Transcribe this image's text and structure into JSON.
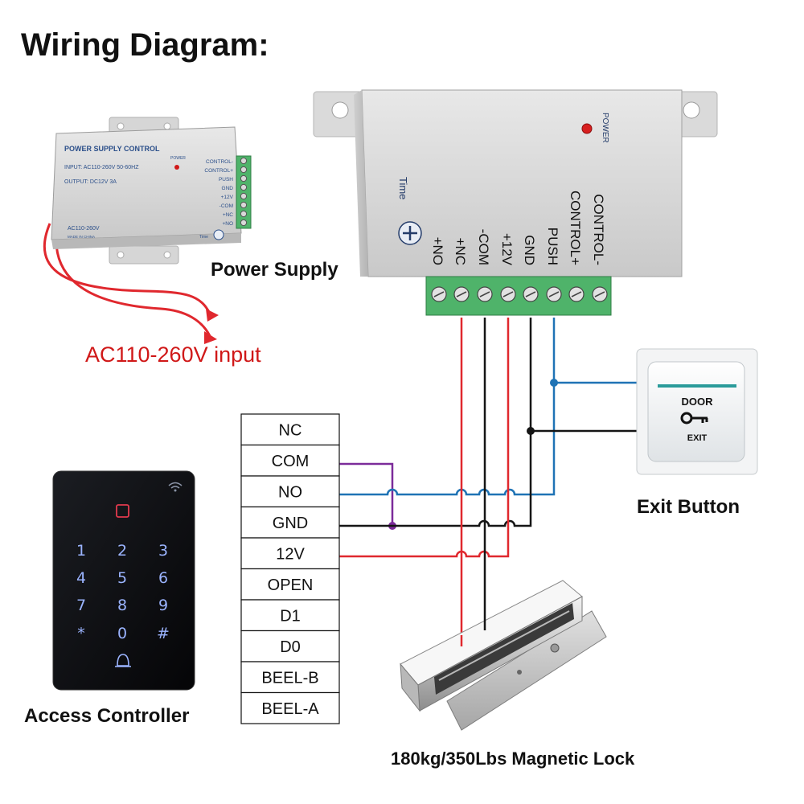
{
  "title": "Wiring Diagram:",
  "labels": {
    "power_supply": "Power Supply",
    "ac_input": "AC110-260V input",
    "exit_button": "Exit Button",
    "access_controller": "Access Controller",
    "magnetic_lock": "180kg/350Lbs Magnetic Lock"
  },
  "small_power_supply": {
    "heading": "POWER SUPPLY CONTROL",
    "input_spec": "INPUT: AC110-260V 50-60HZ",
    "output_spec": "OUTPUT: DC12V  3A",
    "voltage_label": "AC110-260V",
    "made_in": "MADE IN CHINA",
    "power_label": "POWER",
    "time_label": "Time",
    "terminals": [
      "CONTROL-",
      "CONTROL+",
      "PUSH",
      "GND",
      "+12V",
      "-COM",
      "+NC",
      "+NO"
    ]
  },
  "large_power_supply": {
    "power_label": "POWER",
    "time_label": "Time",
    "terminals": [
      "+NO",
      "+NC",
      "-COM",
      "+12V",
      "GND",
      "PUSH",
      "CONTROL+",
      "CONTROL-"
    ]
  },
  "exit_button_device": {
    "line1": "DOOR",
    "line2": "EXIT"
  },
  "controller_terminals": [
    "NC",
    "COM",
    "NO",
    "GND",
    "12V",
    "OPEN",
    "D1",
    "D0",
    "BEEL-B",
    "BEEL-A"
  ],
  "keypad": {
    "keys": [
      "1",
      "2",
      "3",
      "4",
      "5",
      "6",
      "7",
      "8",
      "9",
      "*",
      "0",
      "#"
    ]
  },
  "colors": {
    "red_wire": "#e0282e",
    "black_wire": "#151515",
    "blue_wire": "#1f73b5",
    "purple_wire": "#7c2b9a",
    "terminal_green": "#4fb36a",
    "label_red": "#d01818",
    "key_glow": "#9bb4ff",
    "device_body": "#dcdcdc"
  }
}
